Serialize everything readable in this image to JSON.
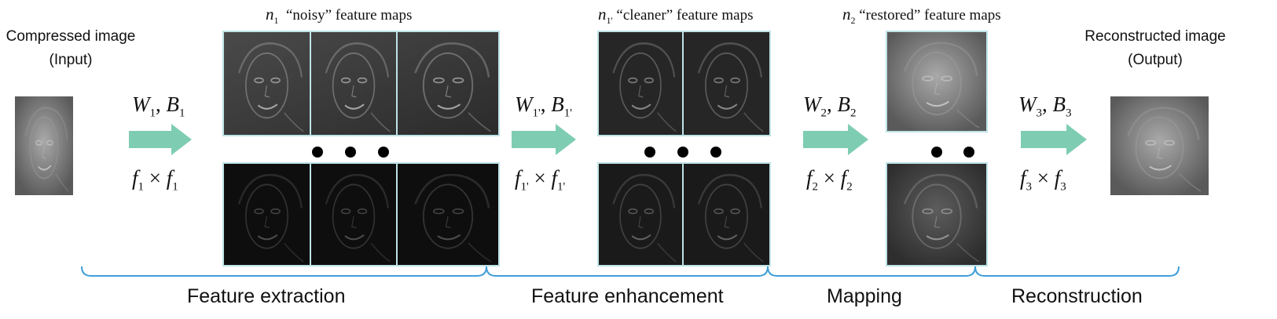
{
  "input": {
    "line1": "Compressed image",
    "line2": "(Input)"
  },
  "output": {
    "line1": "Reconstructed image",
    "line2": "(Output)"
  },
  "groups": {
    "noisy": {
      "n": "n",
      "sub": "1",
      "text": "“noisy” feature maps"
    },
    "cleaner": {
      "n": "n",
      "sub": "1'",
      "text": "“cleaner” feature maps"
    },
    "restored": {
      "n": "n",
      "sub": "2",
      "text": "“restored” feature maps"
    }
  },
  "ops": [
    {
      "w": "W",
      "wsub": "1",
      "b": "B",
      "bsub": "1",
      "f": "f",
      "fsub": "1",
      "times": "×"
    },
    {
      "w": "W",
      "wsub": "1'",
      "b": "B",
      "bsub": "1'",
      "f": "f",
      "fsub": "1'",
      "times": "×"
    },
    {
      "w": "W",
      "wsub": "2",
      "b": "B",
      "bsub": "2",
      "f": "f",
      "fsub": "2",
      "times": "×"
    },
    {
      "w": "W",
      "wsub": "3",
      "b": "B",
      "bsub": "3",
      "f": "f",
      "fsub": "3",
      "times": "×"
    }
  ],
  "stages": {
    "extraction": "Feature extraction",
    "enhancement": "Feature enhancement",
    "mapping": "Mapping",
    "reconstruction": "Reconstruction"
  },
  "colors": {
    "arrow": "#7ecdb3",
    "brace": "#3f9ed8",
    "map_border": "#bfe3e6"
  }
}
